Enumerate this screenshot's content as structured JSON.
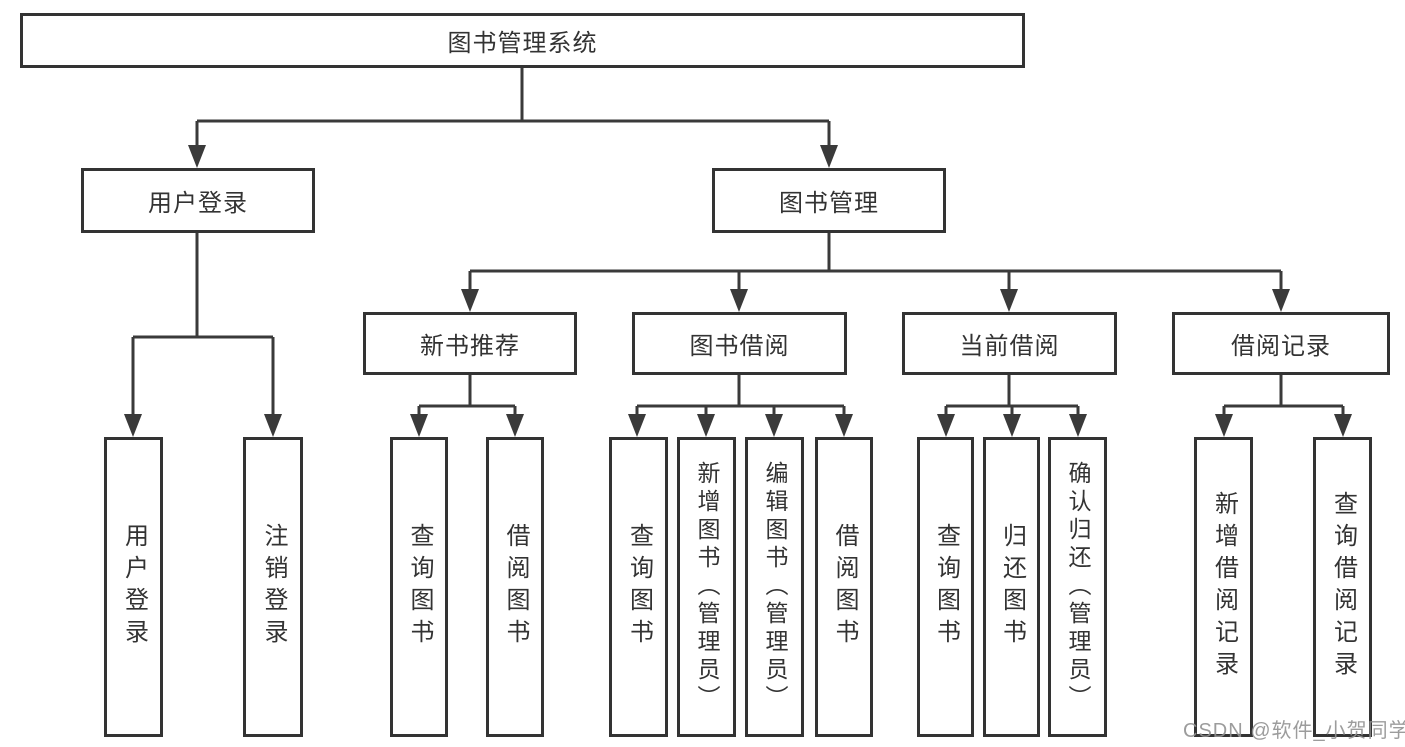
{
  "diagram_type": "hierarchy-tree",
  "colors": {
    "line": "#3a3a3a",
    "border": "#333333",
    "text": "#333333",
    "background": "#ffffff",
    "watermark": "#919191"
  },
  "tree": {
    "root": {
      "label": "图书管理系统"
    },
    "branches": [
      {
        "label": "用户登录",
        "children": [
          {
            "label": "用户登录"
          },
          {
            "label": "注销登录"
          }
        ]
      },
      {
        "label": "图书管理",
        "children": [
          {
            "label": "新书推荐",
            "children": [
              {
                "label": "查询图书"
              },
              {
                "label": "借阅图书"
              }
            ]
          },
          {
            "label": "图书借阅",
            "children": [
              {
                "label": "查询图书"
              },
              {
                "label": "新增图书（管理员）"
              },
              {
                "label": "编辑图书（管理员）"
              },
              {
                "label": "借阅图书"
              }
            ]
          },
          {
            "label": "当前借阅",
            "children": [
              {
                "label": "查询图书"
              },
              {
                "label": "归还图书"
              },
              {
                "label": "确认归还（管理员）"
              }
            ]
          },
          {
            "label": "借阅记录",
            "children": [
              {
                "label": "新增借阅记录"
              },
              {
                "label": "查询借阅记录"
              }
            ]
          }
        ]
      }
    ]
  },
  "watermark": {
    "text": "CSDN @软件_小贺同学"
  }
}
